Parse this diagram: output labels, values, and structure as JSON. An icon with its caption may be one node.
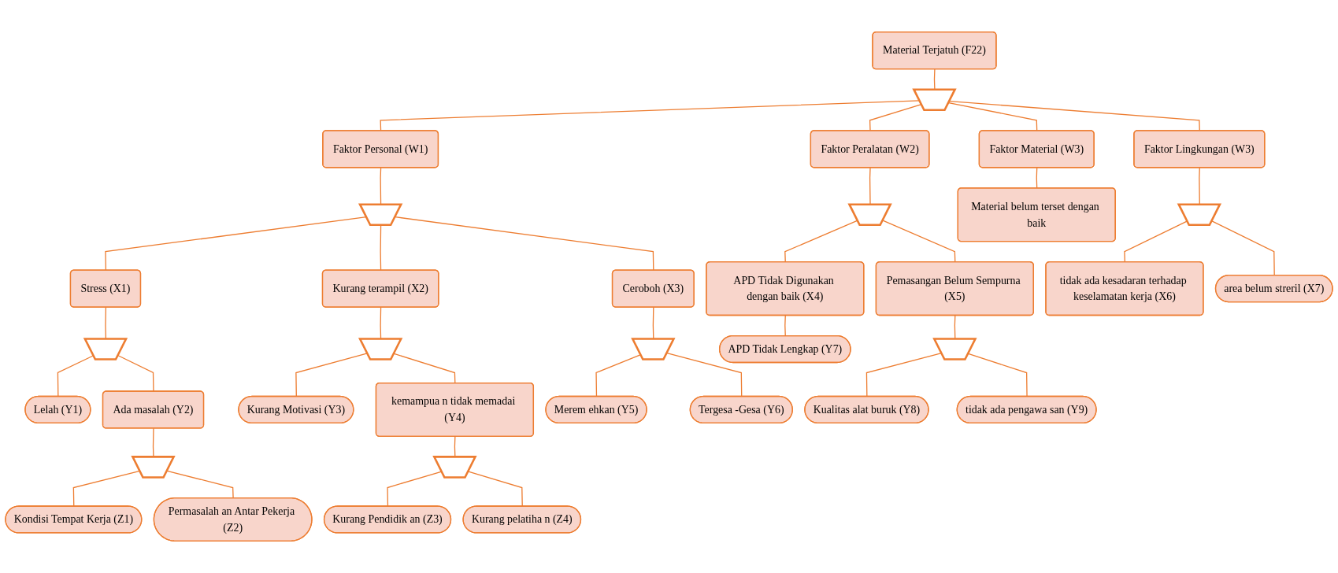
{
  "diagram": {
    "nodes": [
      {
        "text": [
          "Material Terjatuh (F22)"
        ]
      },
      {
        "text": [],
        "shape": "gate"
      },
      {
        "text": [
          "Faktor Personal (W1)"
        ]
      },
      {
        "text": [
          "Faktor Peralatan (W2)"
        ]
      },
      {
        "text": [
          "Faktor Material (W3)"
        ]
      },
      {
        "text": [
          "Faktor Lingkungan (W3)"
        ]
      },
      {
        "text": [],
        "shape": "gate"
      },
      {
        "text": [
          "Stress (X1)"
        ]
      },
      {
        "text": [
          "Kurang terampil (X2)"
        ]
      },
      {
        "text": [
          "Ceroboh (X3)"
        ]
      },
      {
        "text": [],
        "shape": "gate"
      },
      {
        "text": [
          "APD Tidak Digunakan dengan baik (X4)"
        ]
      },
      {
        "text": [
          "Pemasangan Belum Sempurna (X5)"
        ]
      },
      {
        "text": [
          "Material belum terset dengan baik"
        ]
      },
      {
        "text": [],
        "shape": "gate"
      },
      {
        "text": [
          "tidak ada kesadaran terhadap keselamatan kerja (X6)"
        ]
      },
      {
        "text": [
          "area belum streril (X7)"
        ]
      },
      {
        "text": [],
        "shape": "gate"
      },
      {
        "text": [
          "Lelah (Y1)"
        ]
      },
      {
        "text": [
          "Ada masalah (Y2)"
        ]
      },
      {
        "text": [],
        "shape": "gate"
      },
      {
        "text": [
          "Kurang Motivasi (Y3)"
        ]
      },
      {
        "text": [
          "kemampua n tidak memadai (Y4)"
        ]
      },
      {
        "text": [],
        "shape": "gate"
      },
      {
        "text": [
          "Merem ehkan (Y5)"
        ]
      },
      {
        "text": [
          "Tergesa -Gesa (Y6)"
        ]
      },
      {
        "text": [
          "APD Tidak Lengkap (Y7)"
        ]
      },
      {
        "text": [],
        "shape": "gate"
      },
      {
        "text": [
          "Kualitas alat buruk (Y8)"
        ]
      },
      {
        "text": [
          "tidak ada pengawa san (Y9)"
        ]
      },
      {
        "text": [],
        "shape": "gate"
      },
      {
        "text": [
          "Kondisi Tempat Kerja (Z1)"
        ]
      },
      {
        "text": [
          "Permasalah an Antar Pekerja (Z2)"
        ]
      },
      {
        "text": [],
        "shape": "gate"
      },
      {
        "text": [
          "Kurang Pendidik an (Z3)"
        ]
      },
      {
        "text": [
          "Kurang pelatiha n (Z4)"
        ]
      }
    ],
    "edges": [
      {
        "from": 0,
        "to": 1,
        "arrow": "none"
      },
      {
        "from": 1,
        "to": 2,
        "arrow": "none"
      },
      {
        "from": 1,
        "to": 3,
        "arrow": "none"
      },
      {
        "from": 1,
        "to": 4,
        "arrow": "none"
      },
      {
        "from": 1,
        "to": 5,
        "arrow": "none"
      },
      {
        "from": 2,
        "to": 6,
        "arrow": "none"
      },
      {
        "from": 6,
        "to": 7,
        "arrow": "none"
      },
      {
        "from": 6,
        "to": 8,
        "arrow": "none"
      },
      {
        "from": 6,
        "to": 9,
        "arrow": "none"
      },
      {
        "from": 3,
        "to": 10,
        "arrow": "none"
      },
      {
        "from": 10,
        "to": 11,
        "arrow": "none"
      },
      {
        "from": 10,
        "to": 12,
        "arrow": "none"
      },
      {
        "from": 4,
        "to": 13,
        "arrow": "none"
      },
      {
        "from": 5,
        "to": 14,
        "arrow": "none"
      },
      {
        "from": 14,
        "to": 15,
        "arrow": "none"
      },
      {
        "from": 14,
        "to": 16,
        "arrow": "none"
      },
      {
        "from": 7,
        "to": 17,
        "arrow": "none"
      },
      {
        "from": 17,
        "to": 18,
        "arrow": "none"
      },
      {
        "from": 17,
        "to": 19,
        "arrow": "none"
      },
      {
        "from": 8,
        "to": 20,
        "arrow": "none"
      },
      {
        "from": 20,
        "to": 21,
        "arrow": "none"
      },
      {
        "from": 20,
        "to": 22,
        "arrow": "none"
      },
      {
        "from": 9,
        "to": 23,
        "arrow": "none"
      },
      {
        "from": 23,
        "to": 24,
        "arrow": "none"
      },
      {
        "from": 23,
        "to": 25,
        "arrow": "none"
      },
      {
        "from": 11,
        "to": 26,
        "arrow": "none"
      },
      {
        "from": 12,
        "to": 27,
        "arrow": "none"
      },
      {
        "from": 27,
        "to": 28,
        "arrow": "none"
      },
      {
        "from": 27,
        "to": 29,
        "arrow": "none"
      },
      {
        "from": 19,
        "to": 30,
        "arrow": "none"
      },
      {
        "from": 30,
        "to": 31,
        "arrow": "none"
      },
      {
        "from": 30,
        "to": 32,
        "arrow": "none"
      },
      {
        "from": 22,
        "to": 33,
        "arrow": "none"
      },
      {
        "from": 33,
        "to": 34,
        "arrow": "none"
      },
      {
        "from": 33,
        "to": 35,
        "arrow": "none"
      }
    ]
  }
}
